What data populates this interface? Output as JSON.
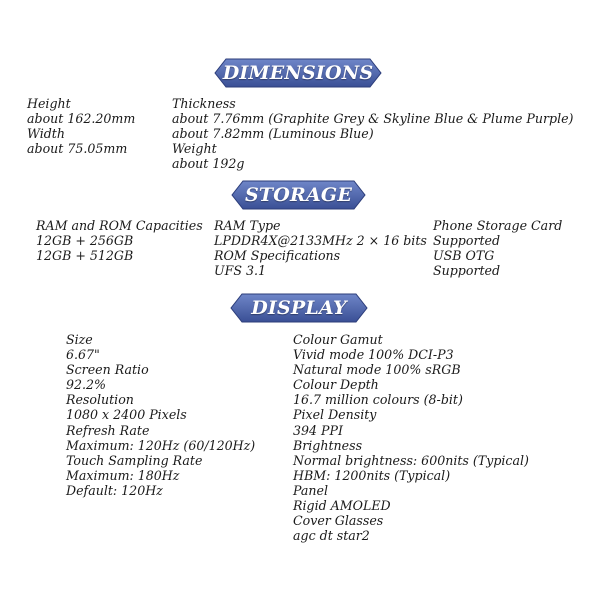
{
  "colors": {
    "banner_top": "#6f86c8",
    "banner_bottom": "#3a4f95",
    "banner_border": "#2c3d7a",
    "text": "#1a1a1a"
  },
  "sections": {
    "dimensions": {
      "title": "DIMENSIONS",
      "columns": [
        [
          "Height",
          "about 162.20mm",
          "Width",
          "about 75.05mm"
        ],
        [
          "Thickness",
          "about 7.76mm (Graphite Grey & Skyline Blue & Plume Purple)",
          "about 7.82mm (Luminous Blue)",
          "Weight",
          "about 192g"
        ]
      ]
    },
    "storage": {
      "title": "STORAGE",
      "columns": [
        [
          "RAM and ROM Capacities",
          "12GB + 256GB",
          "12GB + 512GB"
        ],
        [
          "RAM Type",
          "LPDDR4X@2133MHz 2 × 16 bits",
          "ROM Specifications",
          "UFS 3.1"
        ],
        [
          "Phone Storage Card",
          "Supported",
          "USB OTG",
          "Supported"
        ]
      ]
    },
    "display": {
      "title": "DISPLAY",
      "columns": [
        [
          "Size",
          "6.67\"",
          "Screen Ratio",
          "92.2%",
          "Resolution",
          "1080 x 2400 Pixels",
          "Refresh Rate",
          "Maximum: 120Hz (60/120Hz)",
          "Touch Sampling Rate",
          "Maximum: 180Hz",
          "Default: 120Hz"
        ],
        [
          "Colour Gamut",
          "Vivid mode 100% DCI-P3",
          "Natural mode 100% sRGB",
          "Colour Depth",
          "16.7 million colours (8-bit)",
          "Pixel Density",
          "394 PPI",
          "Brightness",
          "Normal brightness: 600nits (Typical)",
          "HBM: 1200nits (Typical)",
          "Panel",
          "Rigid AMOLED",
          "Cover Glasses",
          "agc dt star2"
        ]
      ]
    }
  }
}
